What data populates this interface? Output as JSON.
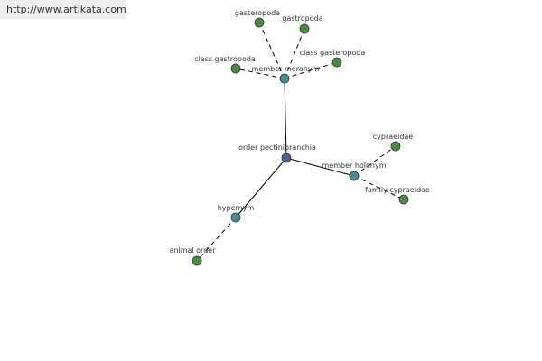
{
  "watermark": "http://www.artikata.com",
  "colors": {
    "root_node": "#4a5f8e",
    "relation_node": "#4a8c94",
    "leaf_node": "#4d8a45",
    "node_stroke": "#333333",
    "edge": "#000000",
    "label": "#333333"
  },
  "graph": {
    "root": {
      "id": "root",
      "label": "order pectinibranchia",
      "kind": "root"
    },
    "relations": [
      {
        "id": "member-meronym",
        "label": "member meronym",
        "kind": "relation"
      },
      {
        "id": "member-holonym",
        "label": "member holonym",
        "kind": "relation"
      },
      {
        "id": "hypernym",
        "label": "hypernym",
        "kind": "relation"
      }
    ],
    "leaves": [
      {
        "id": "gasteropoda",
        "label": "gasteropoda",
        "parent": "member-meronym"
      },
      {
        "id": "gastropoda",
        "label": "gastropoda",
        "parent": "member-meronym"
      },
      {
        "id": "class-gastropoda",
        "label": "class gastropoda",
        "parent": "member-meronym"
      },
      {
        "id": "class-gasteropoda",
        "label": "class gasteropoda",
        "parent": "member-meronym"
      },
      {
        "id": "cypraeidae",
        "label": "cypraeidae",
        "parent": "member-holonym"
      },
      {
        "id": "family-cypraeidae",
        "label": "family cypraeidae",
        "parent": "member-holonym"
      },
      {
        "id": "animal-order",
        "label": "animal order",
        "parent": "hypernym"
      }
    ]
  }
}
